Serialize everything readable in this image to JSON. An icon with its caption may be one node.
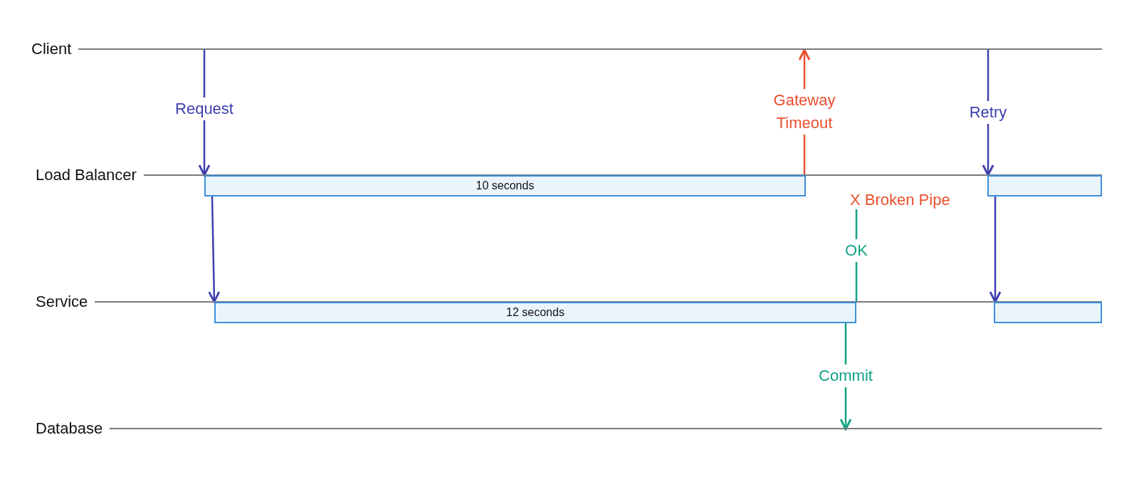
{
  "diagram": {
    "nodes": [
      {
        "text": [
          "Client"
        ]
      },
      {
        "text": [
          "Load Balancer"
        ]
      },
      {
        "text": [
          "Service"
        ]
      },
      {
        "text": [
          "Database"
        ]
      },
      {
        "text": [
          "10 seconds"
        ]
      },
      {
        "text": [
          "12 seconds"
        ]
      },
      {
        "text": [],
        "shape": "bar"
      },
      {
        "text": [],
        "shape": "bar"
      },
      {
        "text": [
          "X Broken Pipe"
        ]
      }
    ],
    "edges": [
      {
        "from": 0,
        "to": 4,
        "arrow": "to",
        "label": "Request"
      },
      {
        "from": 4,
        "to": 5,
        "arrow": "to"
      },
      {
        "from": 4,
        "to": 0,
        "arrow": "to",
        "label": "Gateway Timeout",
        "color": "#e8502e"
      },
      {
        "from": 5,
        "to": 8,
        "arrow": "none",
        "label": "OK",
        "color": "#13a384"
      },
      {
        "from": 5,
        "to": 3,
        "arrow": "to",
        "label": "Commit",
        "color": "#13a384"
      },
      {
        "from": 0,
        "to": 6,
        "arrow": "to",
        "label": "Retry"
      },
      {
        "from": 6,
        "to": 7,
        "arrow": "to"
      }
    ]
  }
}
